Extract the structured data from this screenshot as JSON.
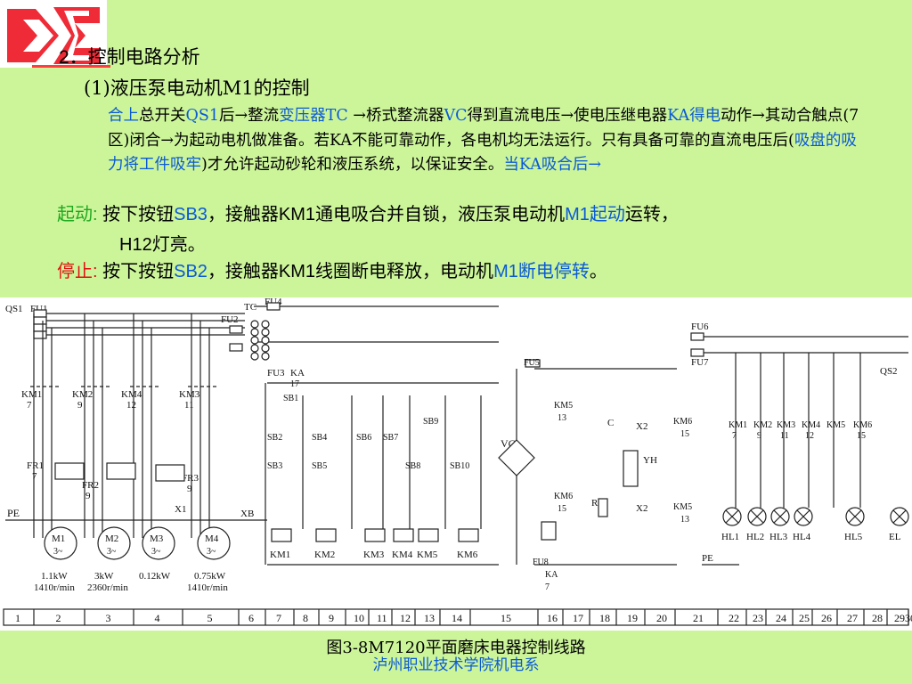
{
  "heading": "2．控制电路分析",
  "subheading": "(1)液压泵电动机M1的控制",
  "para": [
    {
      "t": "合上",
      "c": "blue"
    },
    {
      "t": "总开关",
      "c": ""
    },
    {
      "t": "QS1",
      "c": "blue"
    },
    {
      "t": "后→整流",
      "c": ""
    },
    {
      "t": "变压器TC",
      "c": "blue"
    },
    {
      "t": " →桥式整流器",
      "c": ""
    },
    {
      "t": "VC",
      "c": "blue"
    },
    {
      "t": "得到直流电压→使电压继电器",
      "c": ""
    },
    {
      "t": "KA得电",
      "c": "blue"
    },
    {
      "t": "动作→其动合触点(7区)闭合→为起动电机做准备。若KA不能可靠动作，各电机均无法运行。只有具备可靠的直流电压后(",
      "c": ""
    },
    {
      "t": "吸盘的吸力将工件吸牢",
      "c": "blue"
    },
    {
      "t": ")才允许起动砂轮和液压系统，以保证安全。",
      "c": ""
    },
    {
      "t": "当KA吸合后→",
      "c": "blue"
    }
  ],
  "start": {
    "label": "起动:",
    "a": " 按下按钮",
    "b": "SB3",
    "c": "，接触器KM1通电吸合并自锁，液压泵电动机",
    "d": "M1",
    "e": "起动",
    "f": "运转，",
    "line2": "H12灯亮。"
  },
  "stop": {
    "label": "停止:",
    "a": " 按下按钮",
    "b": "SB2",
    "c": "，接触器KM1线圈断电释放，电动机",
    "d": "M1断电停转",
    "e": "。"
  },
  "diagram": {
    "labels_top": [
      "QS1",
      "FU1",
      "FU2",
      "TC",
      "FU4",
      "FU6",
      "FU7",
      "FU5",
      "FU3",
      "KA",
      "QS2"
    ],
    "contactors": [
      "KM1",
      "KM2",
      "KM4",
      "KM3"
    ],
    "contactor_nums": [
      "7",
      "9",
      "12",
      "11"
    ],
    "thermal": [
      "FR1",
      "FR2",
      "FR3"
    ],
    "thermal_nums": [
      "7",
      "9",
      "9"
    ],
    "motors": [
      {
        "name": "M1",
        "phase": "3~",
        "power": "1.1kW",
        "speed": "1410r/min"
      },
      {
        "name": "M2",
        "phase": "3~",
        "power": "3kW",
        "speed": "2360r/min"
      },
      {
        "name": "M3",
        "phase": "3~",
        "power": "0.12kW",
        "speed": ""
      },
      {
        "name": "M4",
        "phase": "3~",
        "power": "0.75kW",
        "speed": "1410r/min"
      }
    ],
    "pe": "PE",
    "x1": "X1",
    "xb": "XB",
    "buttons": [
      "SB1",
      "SB2",
      "SB3",
      "SB4",
      "SB5",
      "SB6",
      "SB7",
      "SB8",
      "SB9",
      "SB10"
    ],
    "coils": [
      "KM1",
      "KM2",
      "KM3",
      "KM4",
      "KM5",
      "KM6"
    ],
    "lamps": [
      "HL1",
      "HL2",
      "HL3",
      "HL4",
      "HL5",
      "EL"
    ],
    "right_contacts": [
      "KM1",
      "KM2",
      "KM3",
      "KM4",
      "KM5",
      "KM6"
    ],
    "right_nums": [
      "7",
      "9",
      "11",
      "12",
      "",
      "15"
    ],
    "vc": "VC",
    "yh": "YH",
    "x2": "X2",
    "cap": "C",
    "res": "R",
    "cols": [
      "1",
      "2",
      "3",
      "4",
      "5",
      "6",
      "7",
      "8",
      "9",
      "10",
      "11",
      "12",
      "13",
      "14",
      "15",
      "16",
      "17",
      "18",
      "19",
      "20",
      "21",
      "22",
      "23",
      "24",
      "25",
      "26",
      "27",
      "28",
      "29",
      "30"
    ]
  },
  "caption": "图3-8M7120平面磨床电器控制线路",
  "footer": "泸州职业技术学院机电系"
}
